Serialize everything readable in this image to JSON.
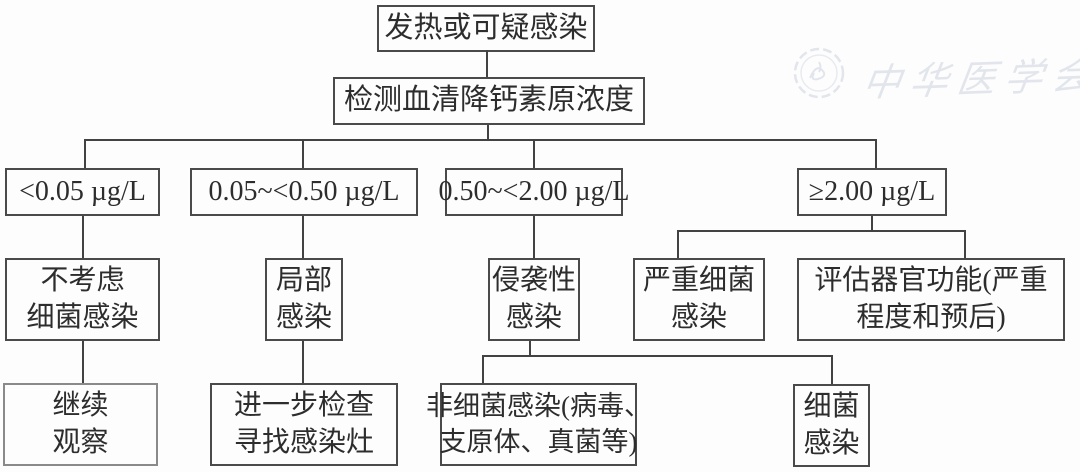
{
  "page": {
    "background": "#fdfdfd",
    "line_color": "#424242",
    "box_border_color": "#4a4a4a",
    "text_color": "#2d2d2d",
    "watermark_color": "#cdd4df"
  },
  "watermark": {
    "text": "中华医学会",
    "emblem_icon": "cma-emblem"
  },
  "flowchart": {
    "nodes": {
      "fever": {
        "label": "发热或可疑感染"
      },
      "pct_test": {
        "label": "检测血清降钙素原浓度"
      },
      "range_lt005": {
        "label": "<0.05 µg/L"
      },
      "range_005_050": {
        "label": "0.05~<0.50 µg/L"
      },
      "range_050_200": {
        "label": "0.50~<2.00 µg/L"
      },
      "range_ge200": {
        "label": "≥2.00 µg/L"
      },
      "no_bacterial": {
        "line1": "不考虑",
        "line2": "细菌感染"
      },
      "local_infection": {
        "line1": "局部",
        "line2": "感染"
      },
      "invasive_infection": {
        "line1": "侵袭性",
        "line2": "感染"
      },
      "severe_bacterial": {
        "line1": "严重细菌",
        "line2": "感染"
      },
      "organ_assess": {
        "line1": "评估器官功能(严重",
        "line2": "程度和预后)"
      },
      "observe": {
        "line1": "继续",
        "line2": "观察"
      },
      "further_exam": {
        "line1": "进一步检查",
        "line2": "寻找感染灶"
      },
      "nonbacterial": {
        "line1": "非细菌感染(病毒、",
        "line2": "支原体、真菌等)"
      },
      "bacterial": {
        "line1": "细菌",
        "line2": "感染"
      }
    }
  }
}
